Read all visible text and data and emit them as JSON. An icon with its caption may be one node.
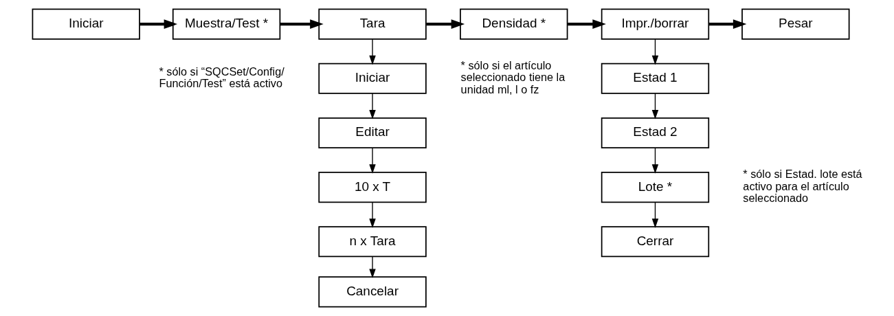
{
  "diagram": {
    "nodes": [
      {
        "text": [
          "Iniciar"
        ]
      },
      {
        "text": [
          "Muestra/Test *"
        ],
        "beside": [
          "* sólo si “SQCSet/Config/ Función/Test” está activo"
        ]
      },
      {
        "text": [
          "Tara"
        ]
      },
      {
        "text": [
          "Densidad *"
        ],
        "beside": [
          "* sólo si el artículo seleccionado tiene la unidad ml, l o fz"
        ]
      },
      {
        "text": [
          "Impr./borrar"
        ]
      },
      {
        "text": [
          "Pesar"
        ]
      },
      {
        "text": [
          "Iniciar"
        ]
      },
      {
        "text": [
          "Editar"
        ]
      },
      {
        "text": [
          "10 x T"
        ]
      },
      {
        "text": [
          "n x Tara"
        ]
      },
      {
        "text": [
          "Cancelar"
        ]
      },
      {
        "text": [
          "Estad 1"
        ]
      },
      {
        "text": [
          "Estad 2"
        ]
      },
      {
        "text": [
          "Lote *"
        ],
        "beside": [
          "* sólo si Estad. lote está activo para el artículo seleccionado"
        ]
      },
      {
        "text": [
          "Cerrar"
        ]
      }
    ],
    "edges": [
      {
        "from": 0,
        "to": 1,
        "arrow": "to",
        "style": "thick"
      },
      {
        "from": 1,
        "to": 2,
        "arrow": "to",
        "style": "thick"
      },
      {
        "from": 2,
        "to": 3,
        "arrow": "to",
        "style": "thick"
      },
      {
        "from": 3,
        "to": 4,
        "arrow": "to",
        "style": "thick"
      },
      {
        "from": 4,
        "to": 5,
        "arrow": "to",
        "style": "thick"
      },
      {
        "from": 2,
        "to": 6,
        "arrow": "to"
      },
      {
        "from": 6,
        "to": 7,
        "arrow": "to"
      },
      {
        "from": 7,
        "to": 8,
        "arrow": "to"
      },
      {
        "from": 8,
        "to": 9,
        "arrow": "to"
      },
      {
        "from": 9,
        "to": 10,
        "arrow": "to"
      },
      {
        "from": 4,
        "to": 11,
        "arrow": "to"
      },
      {
        "from": 11,
        "to": 12,
        "arrow": "to"
      },
      {
        "from": 12,
        "to": 13,
        "arrow": "to"
      },
      {
        "from": 13,
        "to": 14,
        "arrow": "to"
      }
    ]
  }
}
